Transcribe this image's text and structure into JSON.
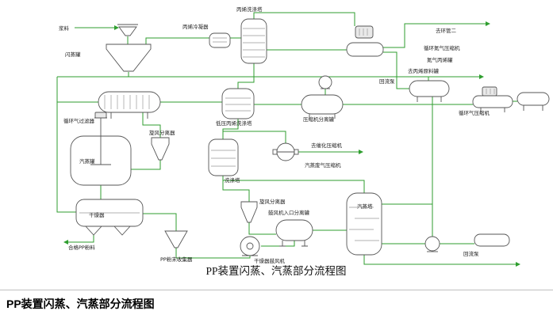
{
  "page": {
    "caption": "PP装置闪蒸、汽蒸部分流程图"
  },
  "diagram": {
    "title": "PP装置闪蒸、汽蒸部分流程图",
    "colors": {
      "flow_line": "#2f9e2f",
      "equipment_outline": "#555555"
    },
    "labels": {
      "slurry": "浆料",
      "flash_tank": "闪蒸罐",
      "propylene_condenser": "丙烯冷凝器",
      "propylene_scrubber": "丙烯洗涤塔",
      "to_loop_line": "去环管二",
      "n2_recycle_compressor": "循环氮气压缩机",
      "n2_propylene_drum": "氮气丙烯罐",
      "to_propylene_feed_drum": "去丙烯原料罐",
      "reflux_pump_1": "回流泵",
      "recycle_gas_compressor": "循环气压缩机",
      "recycle_gas_filter": "循环气过滤器",
      "lp_propylene_scrubber": "低压丙烯洗涤塔",
      "compressor_ko_drum": "压缩机分离罐",
      "cyclone_separator_1": "旋风分离器",
      "steaming_drum": "汽蒸罐",
      "to_catalyst_compressor": "去催化压缩机",
      "steaming_offgas_compressor": "汽蒸废气压缩机",
      "scrubber": "洗涤塔",
      "cyclone_separator_2": "旋风分离器",
      "blower_inlet_drum": "鼓风机入口分离罐",
      "dryer": "干燥器",
      "qualified_pp_powder": "合格PP粉料",
      "pp_powder_collector": "PP粉末收集器",
      "dryer_blower": "干燥器鼓风机",
      "steaming_tower": "汽蒸塔",
      "reflux_pump_2": "回流泵"
    }
  }
}
